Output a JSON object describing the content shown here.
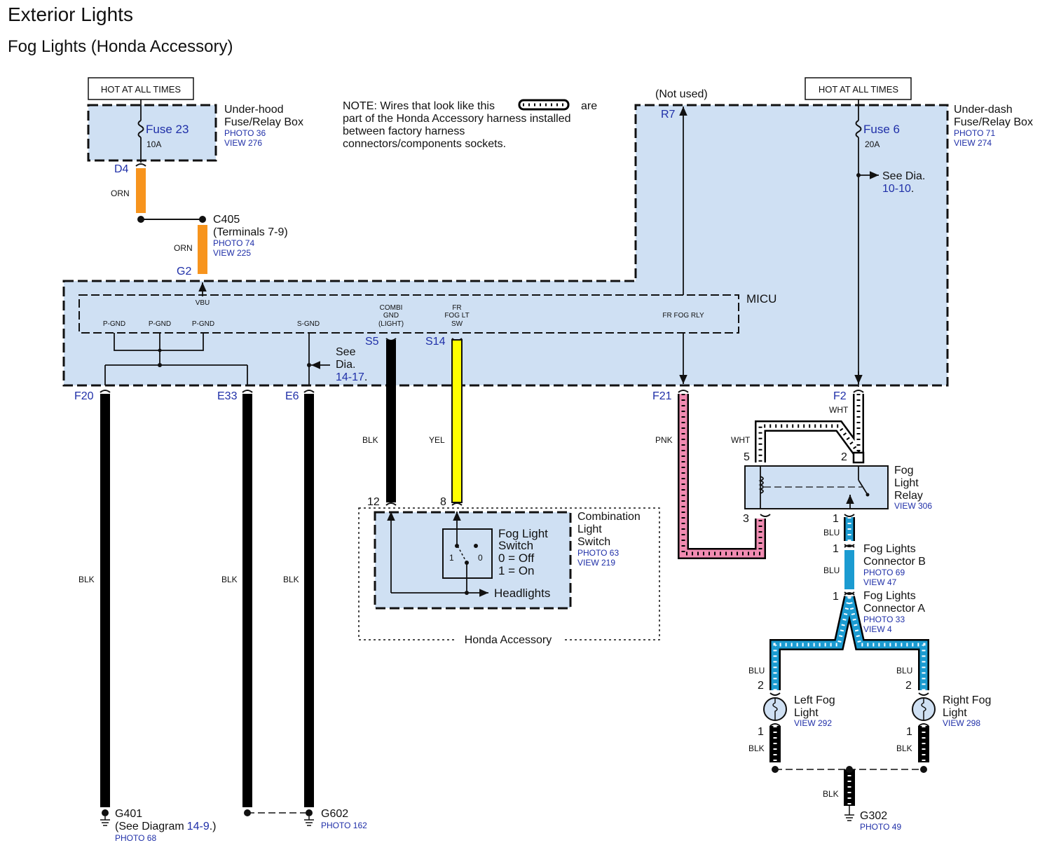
{
  "title": "Exterior Lights",
  "subtitle": "Fog Lights (Honda Accessory)",
  "note": {
    "line1a": "NOTE: Wires that look like this",
    "line1b": "are",
    "line2": "part of the Honda Accessory harness installed",
    "line3": "between factory harness",
    "line4": "connectors/components sockets."
  },
  "colors": {
    "ORN": "#f7941d",
    "BLK": "#000000",
    "YEL": "#ffff00",
    "PNK": "#f08bb1",
    "WHT": "#ffffff",
    "BLU": "#1b9bd1",
    "box_fill": "#cfe0f3",
    "label_blue": "#1f2fa8"
  },
  "underhood": {
    "hot": "HOT AT ALL TIMES",
    "fuse": "Fuse 23",
    "amp": "10A",
    "name1": "Under-hood",
    "name2": "Fuse/Relay Box",
    "photo": "PHOTO 36",
    "view": "VIEW 276",
    "pin": "D4"
  },
  "c405": {
    "name": "C405",
    "terminals": "(Terminals 7-9)",
    "photo": "PHOTO 74",
    "view": "VIEW 225",
    "wire1": "ORN",
    "wire2": "ORN"
  },
  "underdash": {
    "hot": "HOT AT ALL TIMES",
    "fuse": "Fuse 6",
    "amp": "20A",
    "name1": "Under-dash",
    "name2": "Fuse/Relay Box",
    "photo": "PHOTO 71",
    "view": "VIEW 274",
    "not_used": "(Not used)",
    "pin_r7": "R7",
    "see": "See Dia.",
    "see_ref": "10-10",
    "see_dot": "."
  },
  "micu": {
    "name": "MICU",
    "pin_g2": "G2",
    "vbu": "VBU",
    "pgnd": "P-GND",
    "sgnd": "S-GND",
    "combi1": "COMBI",
    "combi2": "GND",
    "combi3": "(LIGHT)",
    "frfog1": "FR",
    "frfog2": "FOG LT",
    "frfog3": "SW",
    "frfogrly": "FR FOG RLY",
    "see": "See",
    "dia": "Dia.",
    "dia_ref": "14-17",
    "dot": ".",
    "pin_s5": "S5",
    "pin_s14": "S14",
    "pin_f20": "F20",
    "pin_e33": "E33",
    "pin_e6": "E6",
    "pin_f21": "F21",
    "pin_f2": "F2"
  },
  "wires": {
    "blk": "BLK",
    "yel": "YEL",
    "pnk": "PNK",
    "wht": "WHT",
    "blu": "BLU"
  },
  "combination_switch": {
    "name1": "Combination",
    "name2": "Light",
    "name3": "Switch",
    "photo": "PHOTO 63",
    "view": "VIEW 219",
    "fog1": "Fog Light",
    "fog2": "Switch",
    "off": "0 = Off",
    "on": "1 = On",
    "headlights": "Headlights",
    "pos1": "1",
    "pos0": "0",
    "pin12": "12",
    "pin8": "8",
    "honda_accessory": "Honda Accessory"
  },
  "relay": {
    "name1": "Fog",
    "name2": "Light",
    "name3": "Relay",
    "view": "VIEW 306",
    "pin5": "5",
    "pin2": "2",
    "pin3": "3",
    "pin1": "1"
  },
  "connector_b": {
    "name1": "Fog Lights",
    "name2": "Connector B",
    "photo": "PHOTO 69",
    "view": "VIEW 47",
    "pin": "1"
  },
  "connector_a": {
    "name1": "Fog Lights",
    "name2": "Connector A",
    "photo": "PHOTO 33",
    "view": "VIEW 4",
    "pin": "1"
  },
  "left_fog": {
    "name1": "Left Fog",
    "name2": "Light",
    "view": "VIEW 292",
    "pin2": "2",
    "pin1": "1"
  },
  "right_fog": {
    "name1": "Right Fog",
    "name2": "Light",
    "view": "VIEW 298",
    "pin2": "2",
    "pin1": "1"
  },
  "grounds": {
    "g401": "G401",
    "g401_see": "(See Diagram",
    "g401_ref": "14-9",
    "g401_end": ".)",
    "g401_photo": "PHOTO 68",
    "g602": "G602",
    "g602_photo": "PHOTO 162",
    "g302": "G302",
    "g302_photo": "PHOTO 49"
  }
}
